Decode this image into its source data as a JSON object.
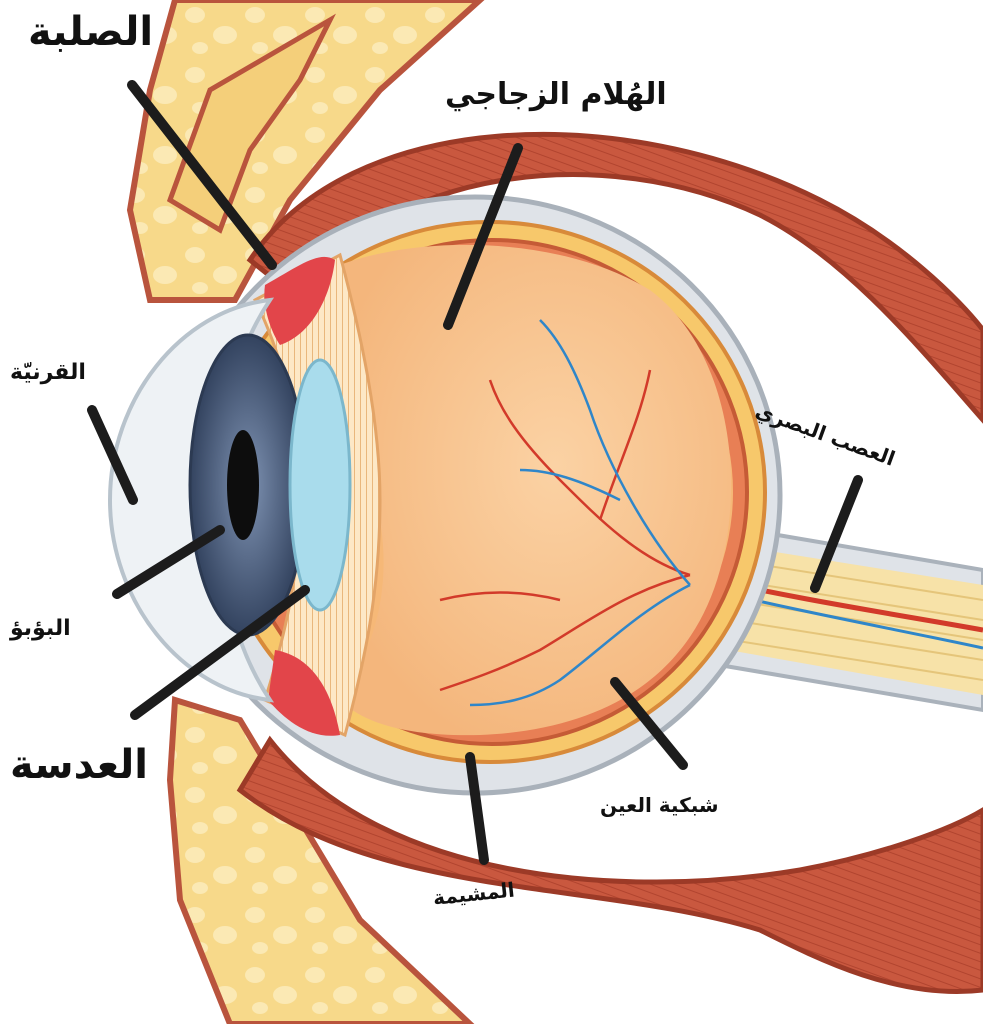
{
  "labels": {
    "sclera": "الصلبة",
    "vitreous": "الهُلام الزجاجي",
    "cornea": "القرنيّة",
    "optic_nerve": "العصب البصري",
    "pupil": "البؤبؤ",
    "lens": "العدسة",
    "retina": "شبكية العين",
    "choroid": "المشيمة"
  },
  "colors": {
    "fat": "#f7d98a",
    "muscle": "#c8553d",
    "sclera": "#dfe3e8",
    "vitreous": "#f8c58f",
    "iris": "#4a5d7e",
    "pupil": "#111111",
    "lens": "#a8d8e8",
    "leader": "#1c1c1c"
  }
}
